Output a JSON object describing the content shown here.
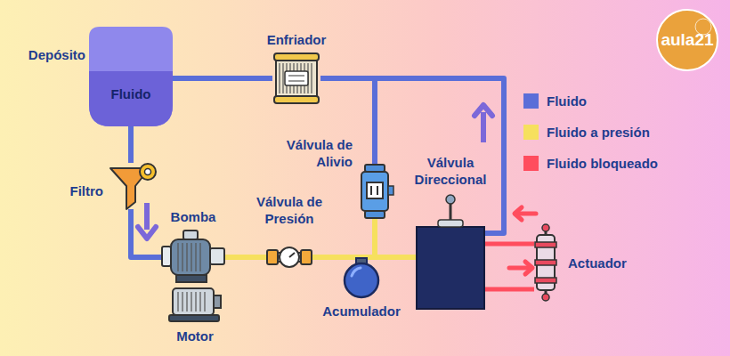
{
  "diagram": {
    "nodes": [
      {
        "text": [
          "Depósito",
          "Fluido"
        ]
      },
      {
        "text": [
          "Enfriador"
        ]
      },
      {
        "text": [
          "Filtro"
        ]
      },
      {
        "text": [
          "Bomba"
        ]
      },
      {
        "text": [
          "Motor"
        ]
      },
      {
        "text": [
          "Válvula de Presión"
        ]
      },
      {
        "text": [
          "Válvula de Alivio"
        ]
      },
      {
        "text": [
          "Acumulador"
        ]
      },
      {
        "text": [
          "Válvula Direccional"
        ]
      },
      {
        "text": [
          "Actuador"
        ]
      }
    ],
    "edges": [
      {
        "from": 0,
        "to": 2,
        "arrow": "none"
      },
      {
        "from": 2,
        "to": 3,
        "arrow": "none"
      },
      {
        "from": 3,
        "to": 5,
        "arrow": "none"
      },
      {
        "from": 5,
        "to": 8,
        "arrow": "none"
      },
      {
        "from": 5,
        "to": 6,
        "arrow": "none"
      },
      {
        "from": 5,
        "to": 7,
        "arrow": "none"
      },
      {
        "from": 6,
        "to": 1,
        "arrow": "none"
      },
      {
        "from": 8,
        "to": 1,
        "arrow": "none"
      },
      {
        "from": 1,
        "to": 0,
        "arrow": "none"
      },
      {
        "from": 8,
        "to": 9,
        "arrow": "none"
      },
      {
        "from": 8,
        "to": 9,
        "arrow": "none"
      }
    ],
    "labels": [
      "aula21"
    ],
    "legend": [
      {
        "text": "Fluido",
        "color": "#5a6ed8"
      },
      {
        "text": "Fluido a presión",
        "color": "#f6e05e"
      },
      {
        "text": "Fluido bloqueado",
        "color": "#ff4d5e"
      }
    ]
  }
}
